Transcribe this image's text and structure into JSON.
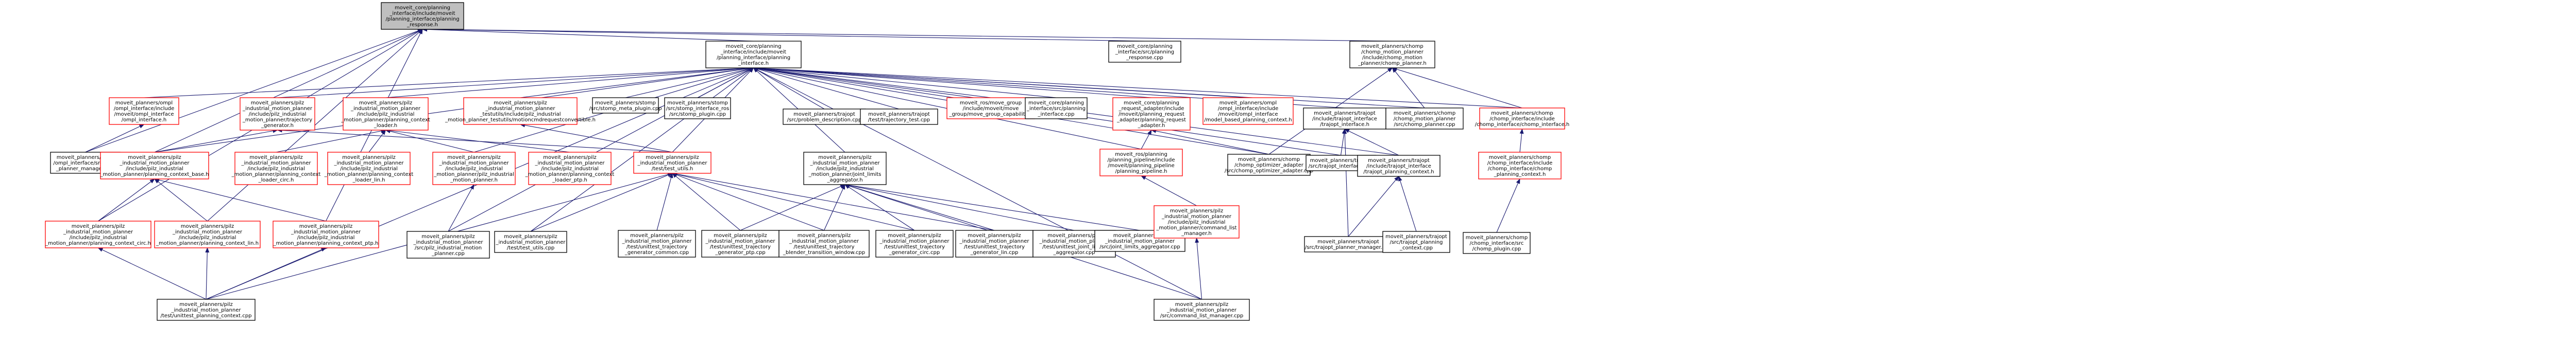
{
  "graph": {
    "title": "",
    "colors": {
      "edge": "#191970",
      "node_border_black": "#000000",
      "node_border_red": "#ff0000",
      "node_fill": "#ffffff",
      "root_fill": "#bfbfbf",
      "text": "#000000"
    },
    "nodes": [
      {
        "id": "root",
        "lines": [
          "moveit_core/planning",
          "_interface/include/moveit",
          "/planning_interface/planning",
          "_response.h"
        ],
        "style": "root"
      },
      {
        "id": "pi",
        "lines": [
          "moveit_core/planning",
          "_interface/include/moveit",
          "/planning_interface/planning",
          "_interface.h"
        ],
        "style": "black"
      },
      {
        "id": "pr_cpp",
        "lines": [
          "moveit_core/planning",
          "_interface/src/planning",
          "_response.cpp"
        ],
        "style": "black"
      },
      {
        "id": "chomp_planner_h",
        "lines": [
          "moveit_planners/chomp",
          "/chomp_motion_planner",
          "/include/chomp_motion",
          "_planner/chomp_planner.h"
        ],
        "style": "black"
      },
      {
        "id": "ompl_iface_h",
        "lines": [
          "moveit_planners/ompl",
          "/ompl_interface/include",
          "/moveit/ompl_interface",
          "/ompl_interface.h"
        ],
        "style": "red"
      },
      {
        "id": "pilz_traj_gen_h",
        "lines": [
          "moveit_planners/pilz",
          "_industrial_motion_planner",
          "/include/pilz_industrial",
          "_motion_planner/trajectory",
          "_generator.h"
        ],
        "style": "red"
      },
      {
        "id": "pilz_pc_loader_h",
        "lines": [
          "moveit_planners/pilz",
          "_industrial_motion_planner",
          "/include/pilz_industrial",
          "_motion_planner/planning_context",
          "_loader.h"
        ],
        "style": "red"
      },
      {
        "id": "pilz_testutils_conv",
        "lines": [
          "moveit_planners/pilz",
          "_industrial_motion_planner",
          "_testutils/include/pilz_industrial",
          "_motion_planner_testutils/motioncmdrequestconvertible.h"
        ],
        "style": "red"
      },
      {
        "id": "stomp_meta",
        "lines": [
          "moveit_planners/stomp",
          "/src/stomp_meta_plugin.cpp"
        ],
        "style": "black"
      },
      {
        "id": "stomp_ros",
        "lines": [
          "moveit_planners/stomp",
          "/src/stomp_interface_ros",
          "/src/stomp_plugin.cpp"
        ],
        "style": "black"
      },
      {
        "id": "trajopt_problem",
        "lines": [
          "moveit_planners/trajopt",
          "/src/problem_description.cpp"
        ],
        "style": "black"
      },
      {
        "id": "trajopt_test",
        "lines": [
          "moveit_planners/trajopt",
          "/test/trajectory_test.cpp"
        ],
        "style": "black"
      },
      {
        "id": "ros_mg_cap",
        "lines": [
          "moveit_ros/move_group",
          "/include/moveit/move",
          "_group/move_group_capability.h"
        ],
        "style": "red"
      },
      {
        "id": "pi_cpp",
        "lines": [
          "moveit_core/planning",
          "_interface/src/planning",
          "_interface.cpp"
        ],
        "style": "black"
      },
      {
        "id": "req_adapter_h",
        "lines": [
          "moveit_core/planning",
          "_request_adapter/include",
          "/moveit/planning_request",
          "_adapter/planning_request",
          "_adapter.h"
        ],
        "style": "red"
      },
      {
        "id": "ompl_model_ctx",
        "lines": [
          "moveit_planners/ompl",
          "/ompl_interface/include",
          "/moveit/ompl_interface",
          "/model_based_planning_context.h"
        ],
        "style": "red"
      },
      {
        "id": "trajopt_iface_h",
        "lines": [
          "moveit_planners/trajopt",
          "/include/trajopt_interface",
          "/trajopt_interface.h"
        ],
        "style": "black"
      },
      {
        "id": "chomp_planner_cpp",
        "lines": [
          "moveit_planners/chomp",
          "/chomp_motion_planner",
          "/src/chomp_planner.cpp"
        ],
        "style": "black"
      },
      {
        "id": "chomp_iface_h",
        "lines": [
          "moveit_planners/chomp",
          "/chomp_interface/include",
          "/chomp_interface/chomp_interface.h"
        ],
        "style": "red"
      },
      {
        "id": "ompl_pm_cpp",
        "lines": [
          "moveit_planners/ompl",
          "/ompl_interface/src/ompl",
          "_planner_manager.cpp"
        ],
        "style": "black"
      },
      {
        "id": "pilz_pc_base_h",
        "lines": [
          "moveit_planners/pilz",
          "_industrial_motion_planner",
          "/include/pilz_industrial",
          "_motion_planner/planning_context_base.h"
        ],
        "style": "red"
      },
      {
        "id": "pilz_circ_loader",
        "lines": [
          "moveit_planners/pilz",
          "_industrial_motion_planner",
          "/include/pilz_industrial",
          "_motion_planner/planning_context",
          "_loader_circ.h"
        ],
        "style": "red"
      },
      {
        "id": "pilz_lin_loader",
        "lines": [
          "moveit_planners/pilz",
          "_industrial_motion_planner",
          "/include/pilz_industrial",
          "_motion_planner/planning_context",
          "_loader_lin.h"
        ],
        "style": "red"
      },
      {
        "id": "pilz_planner_h",
        "lines": [
          "moveit_planners/pilz",
          "_industrial_motion_planner",
          "/include/pilz_industrial",
          "_motion_planner/pilz_industrial",
          "_motion_planner.h"
        ],
        "style": "red"
      },
      {
        "id": "pilz_ptp_loader",
        "lines": [
          "moveit_planners/pilz",
          "_industrial_motion_planner",
          "/include/pilz_industrial",
          "_motion_planner/planning_context",
          "_loader_ptp.h"
        ],
        "style": "red"
      },
      {
        "id": "pilz_test_utils_h",
        "lines": [
          "moveit_planners/pilz",
          "_industrial_motion_planner",
          "/test/test_utils.h"
        ],
        "style": "red"
      },
      {
        "id": "pilz_joint_limits_agg",
        "lines": [
          "moveit_planners/pilz",
          "_industrial_motion_planner",
          "/include/pilz_industrial",
          "_motion_planner/joint_limits",
          "_aggregator.h"
        ],
        "style": "black"
      },
      {
        "id": "ros_pp_h",
        "lines": [
          "moveit_ros/planning",
          "/planning_pipeline/include",
          "/moveit/planning_pipeline",
          "/planning_pipeline.h"
        ],
        "style": "red"
      },
      {
        "id": "chomp_opt_adapter",
        "lines": [
          "moveit_planners/chomp",
          "/chomp_optimizer_adapter",
          "/src/chomp_optimizer_adapter.cpp"
        ],
        "style": "black"
      },
      {
        "id": "trajopt_iface_cpp",
        "lines": [
          "moveit_planners/trajopt",
          "/src/trajopt_interface.cpp"
        ],
        "style": "black"
      },
      {
        "id": "trajopt_ctx_h",
        "lines": [
          "moveit_planners/trajopt",
          "/include/trajopt_interface",
          "/trajopt_planning_context.h"
        ],
        "style": "black"
      },
      {
        "id": "chomp_pc_h",
        "lines": [
          "moveit_planners/chomp",
          "/chomp_interface/include",
          "/chomp_interface/chomp",
          "_planning_context.h"
        ],
        "style": "red"
      },
      {
        "id": "pilz_ctx_circ",
        "lines": [
          "moveit_planners/pilz",
          "_industrial_motion_planner",
          "/include/pilz_industrial",
          "_motion_planner/planning_context_circ.h"
        ],
        "style": "red"
      },
      {
        "id": "pilz_ctx_lin",
        "lines": [
          "moveit_planners/pilz",
          "_industrial_motion_planner",
          "/include/pilz_industrial",
          "_motion_planner/planning_context_lin.h"
        ],
        "style": "red"
      },
      {
        "id": "pilz_ctx_ptp",
        "lines": [
          "moveit_planners/pilz",
          "_industrial_motion_planner",
          "/include/pilz_industrial",
          "_motion_planner/planning_context_ptp.h"
        ],
        "style": "red"
      },
      {
        "id": "pilz_planner_cpp",
        "lines": [
          "moveit_planners/pilz",
          "_industrial_motion_planner",
          "/src/pilz_industrial_motion",
          "_planner.cpp"
        ],
        "style": "black"
      },
      {
        "id": "pilz_test_utils_cpp",
        "lines": [
          "moveit_planners/pilz",
          "_industrial_motion_planner",
          "/test/test_utils.cpp"
        ],
        "style": "black"
      },
      {
        "id": "pilz_ut_gen_common",
        "lines": [
          "moveit_planners/pilz",
          "_industrial_motion_planner",
          "/test/unittest_trajectory",
          "_generator_common.cpp"
        ],
        "style": "black"
      },
      {
        "id": "pilz_ut_gen_ptp",
        "lines": [
          "moveit_planners/pilz",
          "_industrial_motion_planner",
          "/test/unittest_trajectory",
          "_generator_ptp.cpp"
        ],
        "style": "black"
      },
      {
        "id": "pilz_ut_blender",
        "lines": [
          "moveit_planners/pilz",
          "_industrial_motion_planner",
          "/test/unittest_trajectory",
          "_blender_transition_window.cpp"
        ],
        "style": "black"
      },
      {
        "id": "pilz_ut_gen_circ",
        "lines": [
          "moveit_planners/pilz",
          "_industrial_motion_planner",
          "/test/unittest_trajectory",
          "_generator_circ.cpp"
        ],
        "style": "black"
      },
      {
        "id": "pilz_ut_gen_lin",
        "lines": [
          "moveit_planners/pilz",
          "_industrial_motion_planner",
          "/test/unittest_trajectory",
          "_generator_lin.cpp"
        ],
        "style": "black"
      },
      {
        "id": "pilz_ut_joint_limits",
        "lines": [
          "moveit_planners/pilz",
          "_industrial_motion_planner",
          "/test/unittest_joint_limits",
          "_aggregator.cpp"
        ],
        "style": "black"
      },
      {
        "id": "pilz_joint_limits_cpp",
        "lines": [
          "moveit_planners/pilz",
          "_industrial_motion_planner",
          "/src/joint_limits_aggregator.cpp"
        ],
        "style": "black"
      },
      {
        "id": "pilz_cmd_list_h",
        "lines": [
          "moveit_planners/pilz",
          "_industrial_motion_planner",
          "/include/pilz_industrial",
          "_motion_planner/command_list",
          "_manager.h"
        ],
        "style": "red"
      },
      {
        "id": "trajopt_pm_cpp",
        "lines": [
          "moveit_planners/trajopt",
          "/src/trajopt_planner_manager.cpp"
        ],
        "style": "black"
      },
      {
        "id": "trajopt_ctx_cpp",
        "lines": [
          "moveit_planners/trajopt",
          "/src/trajopt_planning",
          "_context.cpp"
        ],
        "style": "black"
      },
      {
        "id": "chomp_plugin_cpp",
        "lines": [
          "moveit_planners/chomp",
          "/chomp_interface/src",
          "/chomp_plugin.cpp"
        ],
        "style": "black"
      },
      {
        "id": "pilz_ut_pc",
        "lines": [
          "moveit_planners/pilz",
          "_industrial_motion_planner",
          "/test/unittest_planning_context.cpp"
        ],
        "style": "black"
      },
      {
        "id": "pilz_cmd_list_cpp",
        "lines": [
          "moveit_planners/pilz",
          "_industrial_motion_planner",
          "/src/command_list_manager.cpp"
        ],
        "style": "black"
      }
    ]
  }
}
